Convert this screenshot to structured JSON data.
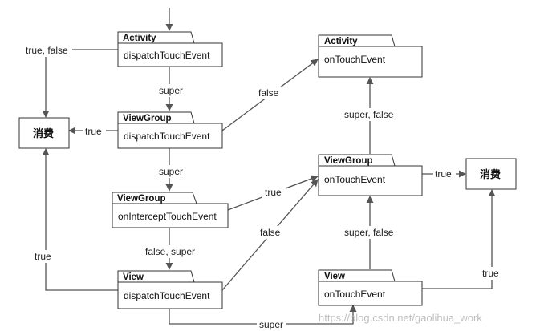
{
  "nodes": {
    "activity_dispatch": {
      "tab": "Activity",
      "body": "dispatchTouchEvent"
    },
    "viewgroup_dispatch": {
      "tab": "ViewGroup",
      "body": "dispatchTouchEvent"
    },
    "viewgroup_intercept": {
      "tab": "ViewGroup",
      "body": "onInterceptTouchEvent"
    },
    "view_dispatch": {
      "tab": "View",
      "body": "dispatchTouchEvent"
    },
    "activity_ontouch": {
      "tab": "Activity",
      "body": "onTouchEvent"
    },
    "viewgroup_ontouch": {
      "tab": "ViewGroup",
      "body": "onTouchEvent"
    },
    "view_ontouch": {
      "tab": "View",
      "body": "onTouchEvent"
    },
    "consume_left": {
      "label": "消费"
    },
    "consume_right": {
      "label": "消费"
    }
  },
  "edges": {
    "activity_dispatch_to_consume": "true, false",
    "activity_to_viewgroup": "super",
    "viewgroup_to_consume": "true",
    "viewgroup_to_activity_ontouch": "false",
    "viewgroup_to_intercept": "super",
    "intercept_to_viewgroup_ontouch": "true",
    "intercept_to_view": "false, super",
    "view_dispatch_to_consume": "true",
    "view_dispatch_to_viewgroup_ontouch": "false",
    "view_dispatch_to_view_ontouch": "super",
    "view_ontouch_to_viewgroup_ontouch": "super, false",
    "view_ontouch_to_consume": "true",
    "viewgroup_ontouch_to_activity_ontouch": "super, false",
    "viewgroup_ontouch_to_consume": "true"
  },
  "watermark": "https://blog.csdn.net/gaolihua_work"
}
